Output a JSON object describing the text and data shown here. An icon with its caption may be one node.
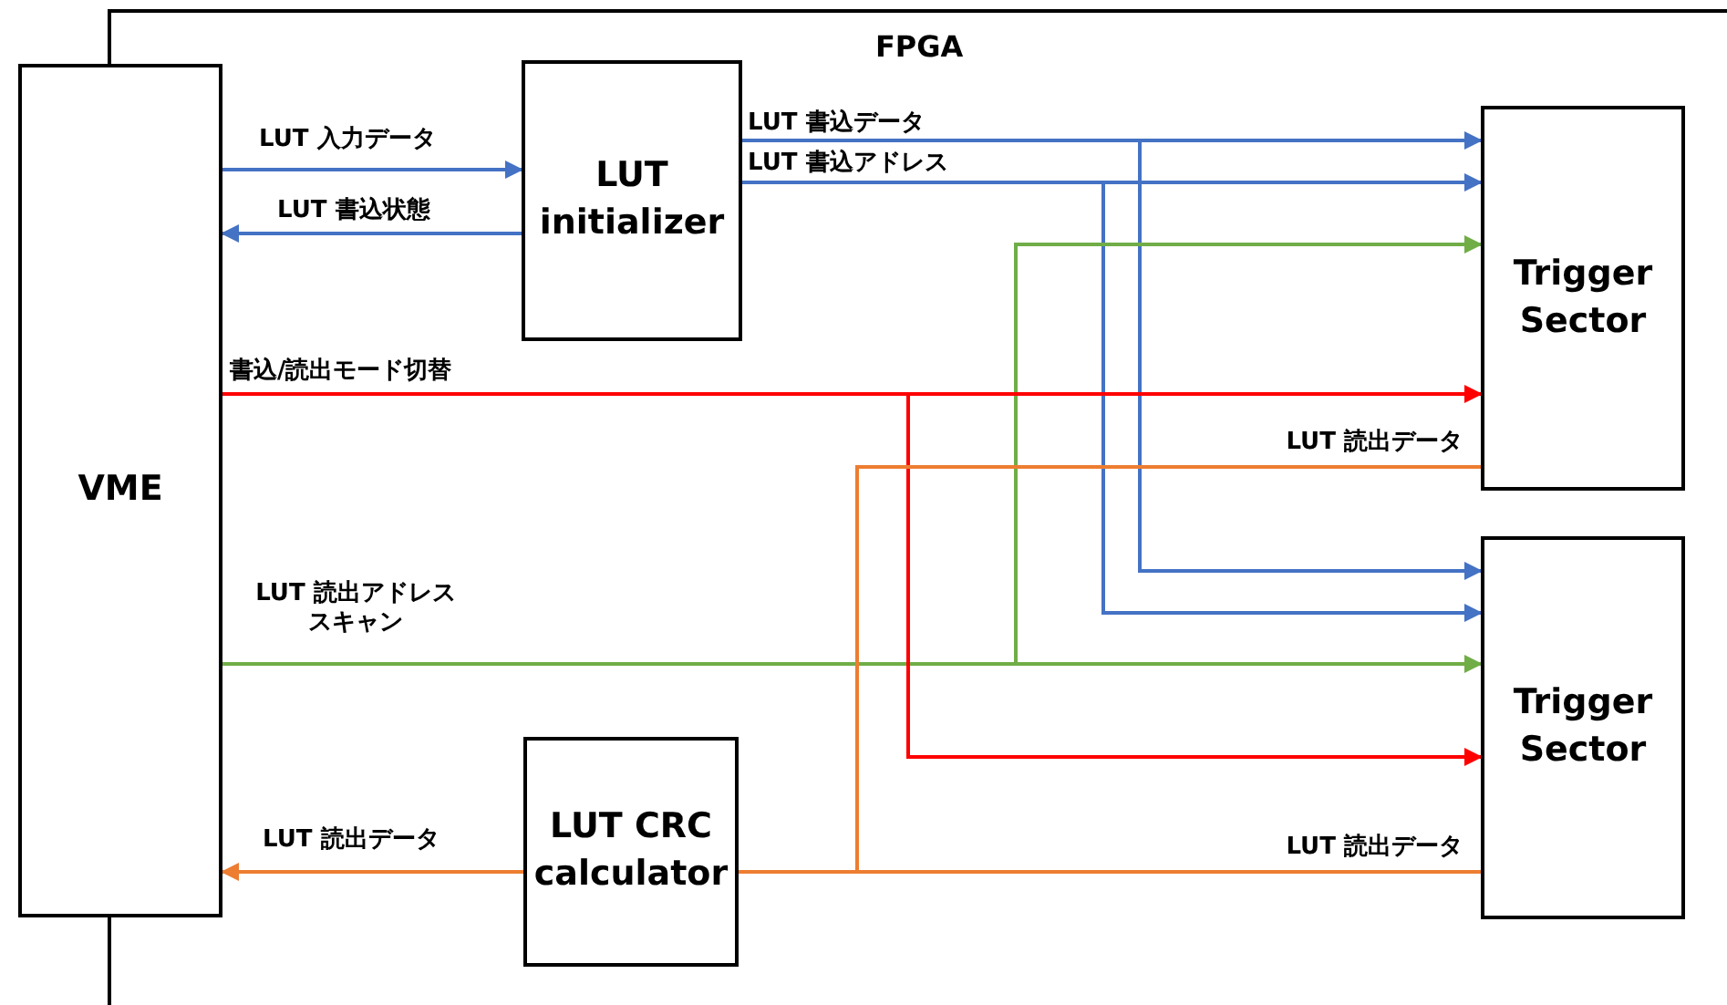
{
  "diagram": {
    "nodes": [
      {
        "text": [
          "FPGA"
        ]
      },
      {
        "text": [
          "VME"
        ]
      },
      {
        "text": [
          "LUT initializer"
        ],
        "in": 0
      },
      {
        "text": [
          "Trigger Sector"
        ],
        "in": 0
      },
      {
        "text": [
          "Trigger Sector"
        ],
        "in": 0
      },
      {
        "text": [
          "LUT CRC calculator"
        ],
        "in": 0
      }
    ],
    "edges": [
      {
        "from": 1,
        "to": 2,
        "arrow": "to",
        "label": "LUT 入力データ"
      },
      {
        "from": 2,
        "to": 1,
        "arrow": "to",
        "label": "LUT 書込状態"
      },
      {
        "from": 2,
        "to": 3,
        "arrow": "to",
        "label": "LUT 書込データ"
      },
      {
        "from": 2,
        "to": 4,
        "arrow": "to"
      },
      {
        "from": 2,
        "to": 3,
        "arrow": "to",
        "label": "LUT 書込アドレス"
      },
      {
        "from": 2,
        "to": 4,
        "arrow": "to"
      },
      {
        "from": 1,
        "to": 4,
        "arrow": "to",
        "color": "#70ad47",
        "label": "LUT 読出アドレススキャン"
      },
      {
        "from": 1,
        "to": 3,
        "arrow": "to",
        "color": "#70ad47"
      },
      {
        "from": 1,
        "to": 3,
        "arrow": "to",
        "color": "#ff0000",
        "label": "書込/読出モード切替"
      },
      {
        "from": 1,
        "to": 4,
        "arrow": "to",
        "color": "#ff0000"
      },
      {
        "from": 3,
        "to": 5,
        "arrow": "none",
        "color": "#ed7d31",
        "label": "LUT 読出データ"
      },
      {
        "from": 4,
        "to": 5,
        "arrow": "none",
        "color": "#ed7d31",
        "label": "LUT 読出データ"
      },
      {
        "from": 5,
        "to": 1,
        "arrow": "to",
        "color": "#ed7d31",
        "label": "LUT 読出データ"
      }
    ]
  }
}
